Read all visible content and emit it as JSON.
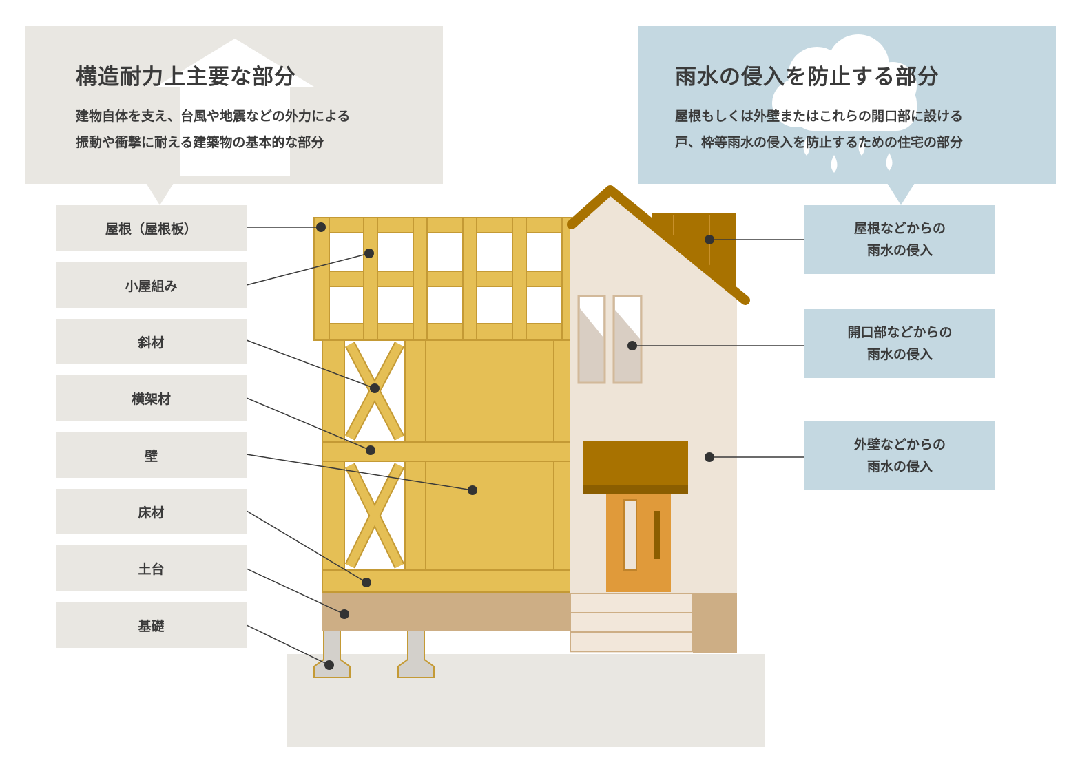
{
  "structural": {
    "title": "構造耐力上主要な部分",
    "desc_lines": [
      "建物自体を支え、台風や地震などの外力による",
      "振動や衝撃に耐える建築物の基本的な部分"
    ],
    "items": [
      "屋根（屋根板）",
      "小屋組み",
      "斜材",
      "横架材",
      "壁",
      "床材",
      "土台",
      "基礎"
    ]
  },
  "rain": {
    "title": "雨水の侵入を防止する部分",
    "desc_lines": [
      "屋根もしくは外壁またはこれらの開口部に設ける",
      "戸、枠等雨水の侵入を防止するための住宅の部分"
    ],
    "items": [
      {
        "line1": "屋根などからの",
        "line2": "雨水の侵入"
      },
      {
        "line1": "開口部などからの",
        "line2": "雨水の侵入"
      },
      {
        "line1": "外壁などからの",
        "line2": "雨水の侵入"
      }
    ]
  },
  "colors": {
    "structural_panel": "#e9e7e2",
    "rain_panel": "#c4d8e1",
    "timber": "#e5bf55",
    "timber_edge": "#c49a35",
    "roof": "#a87200",
    "wall": "#eee4d7",
    "foundation": "#cdae85",
    "ground": "#e9e7e2",
    "door": "#e09a3a"
  }
}
